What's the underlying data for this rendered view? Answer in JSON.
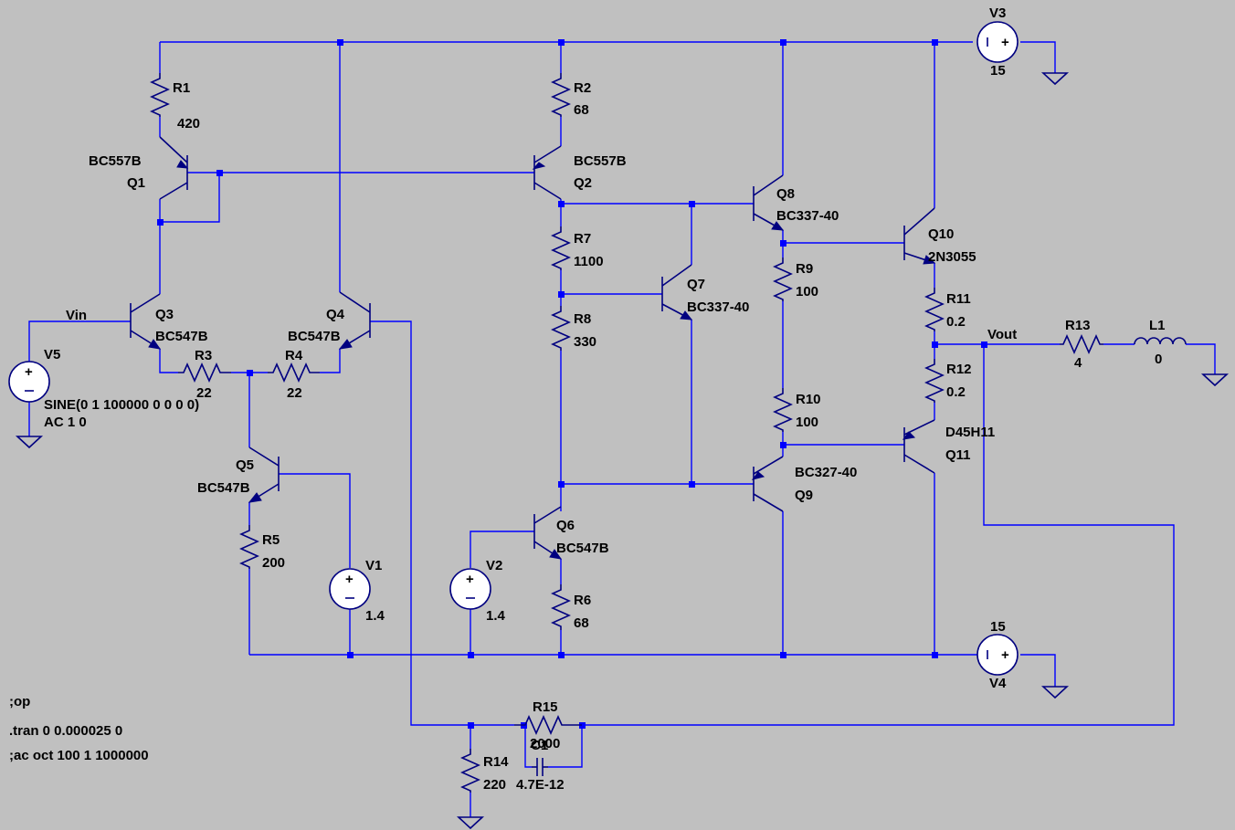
{
  "components": [
    {
      "id": "R1",
      "ref": "R1",
      "value": "420"
    },
    {
      "id": "R2",
      "ref": "R2",
      "value": "68"
    },
    {
      "id": "R3",
      "ref": "R3",
      "value": "22"
    },
    {
      "id": "R4",
      "ref": "R4",
      "value": "22"
    },
    {
      "id": "R5",
      "ref": "R5",
      "value": "200"
    },
    {
      "id": "R6",
      "ref": "R6",
      "value": "68"
    },
    {
      "id": "R7",
      "ref": "R7",
      "value": "1100"
    },
    {
      "id": "R8",
      "ref": "R8",
      "value": "330"
    },
    {
      "id": "R9",
      "ref": "R9",
      "value": "100"
    },
    {
      "id": "R10",
      "ref": "R10",
      "value": "100"
    },
    {
      "id": "R11",
      "ref": "R11",
      "value": "0.2"
    },
    {
      "id": "R12",
      "ref": "R12",
      "value": "0.2"
    },
    {
      "id": "R13",
      "ref": "R13",
      "value": "4"
    },
    {
      "id": "R14",
      "ref": "R14",
      "value": "220"
    },
    {
      "id": "R15",
      "ref": "R15",
      "value": "2000"
    },
    {
      "id": "C1",
      "ref": "C1",
      "value": "4.7E-12"
    },
    {
      "id": "L1",
      "ref": "L1",
      "value": "0"
    },
    {
      "id": "Q1",
      "ref": "Q1",
      "value": "BC557B"
    },
    {
      "id": "Q2",
      "ref": "Q2",
      "value": "BC557B"
    },
    {
      "id": "Q3",
      "ref": "Q3",
      "value": "BC547B"
    },
    {
      "id": "Q4",
      "ref": "Q4",
      "value": "BC547B"
    },
    {
      "id": "Q5",
      "ref": "Q5",
      "value": "BC547B"
    },
    {
      "id": "Q6",
      "ref": "Q6",
      "value": "BC547B"
    },
    {
      "id": "Q7",
      "ref": "Q7",
      "value": "BC337-40"
    },
    {
      "id": "Q8",
      "ref": "Q8",
      "value": "BC337-40"
    },
    {
      "id": "Q9",
      "ref": "Q9",
      "value": "BC327-40"
    },
    {
      "id": "Q10",
      "ref": "Q10",
      "value": "2N3055"
    },
    {
      "id": "Q11",
      "ref": "Q11",
      "value": "D45H11"
    },
    {
      "id": "V1",
      "ref": "V1",
      "value": "1.4"
    },
    {
      "id": "V2",
      "ref": "V2",
      "value": "1.4"
    },
    {
      "id": "V3",
      "ref": "V3",
      "value": "15"
    },
    {
      "id": "V4",
      "ref": "V4",
      "value": "15"
    },
    {
      "id": "V5",
      "ref": "V5",
      "value": "SINE(0 1 100000 0 0 0 0)",
      "value2": "AC 1 0"
    }
  ],
  "nets": {
    "vin": "Vin",
    "vout": "Vout"
  },
  "directives": [
    ";op",
    ".tran 0 0.000025 0",
    ";ac oct 100 1 1000000"
  ],
  "colors": {
    "background": "#c0c0c0",
    "wire": "#0000ff",
    "component": "#000080",
    "text": "#000000"
  }
}
